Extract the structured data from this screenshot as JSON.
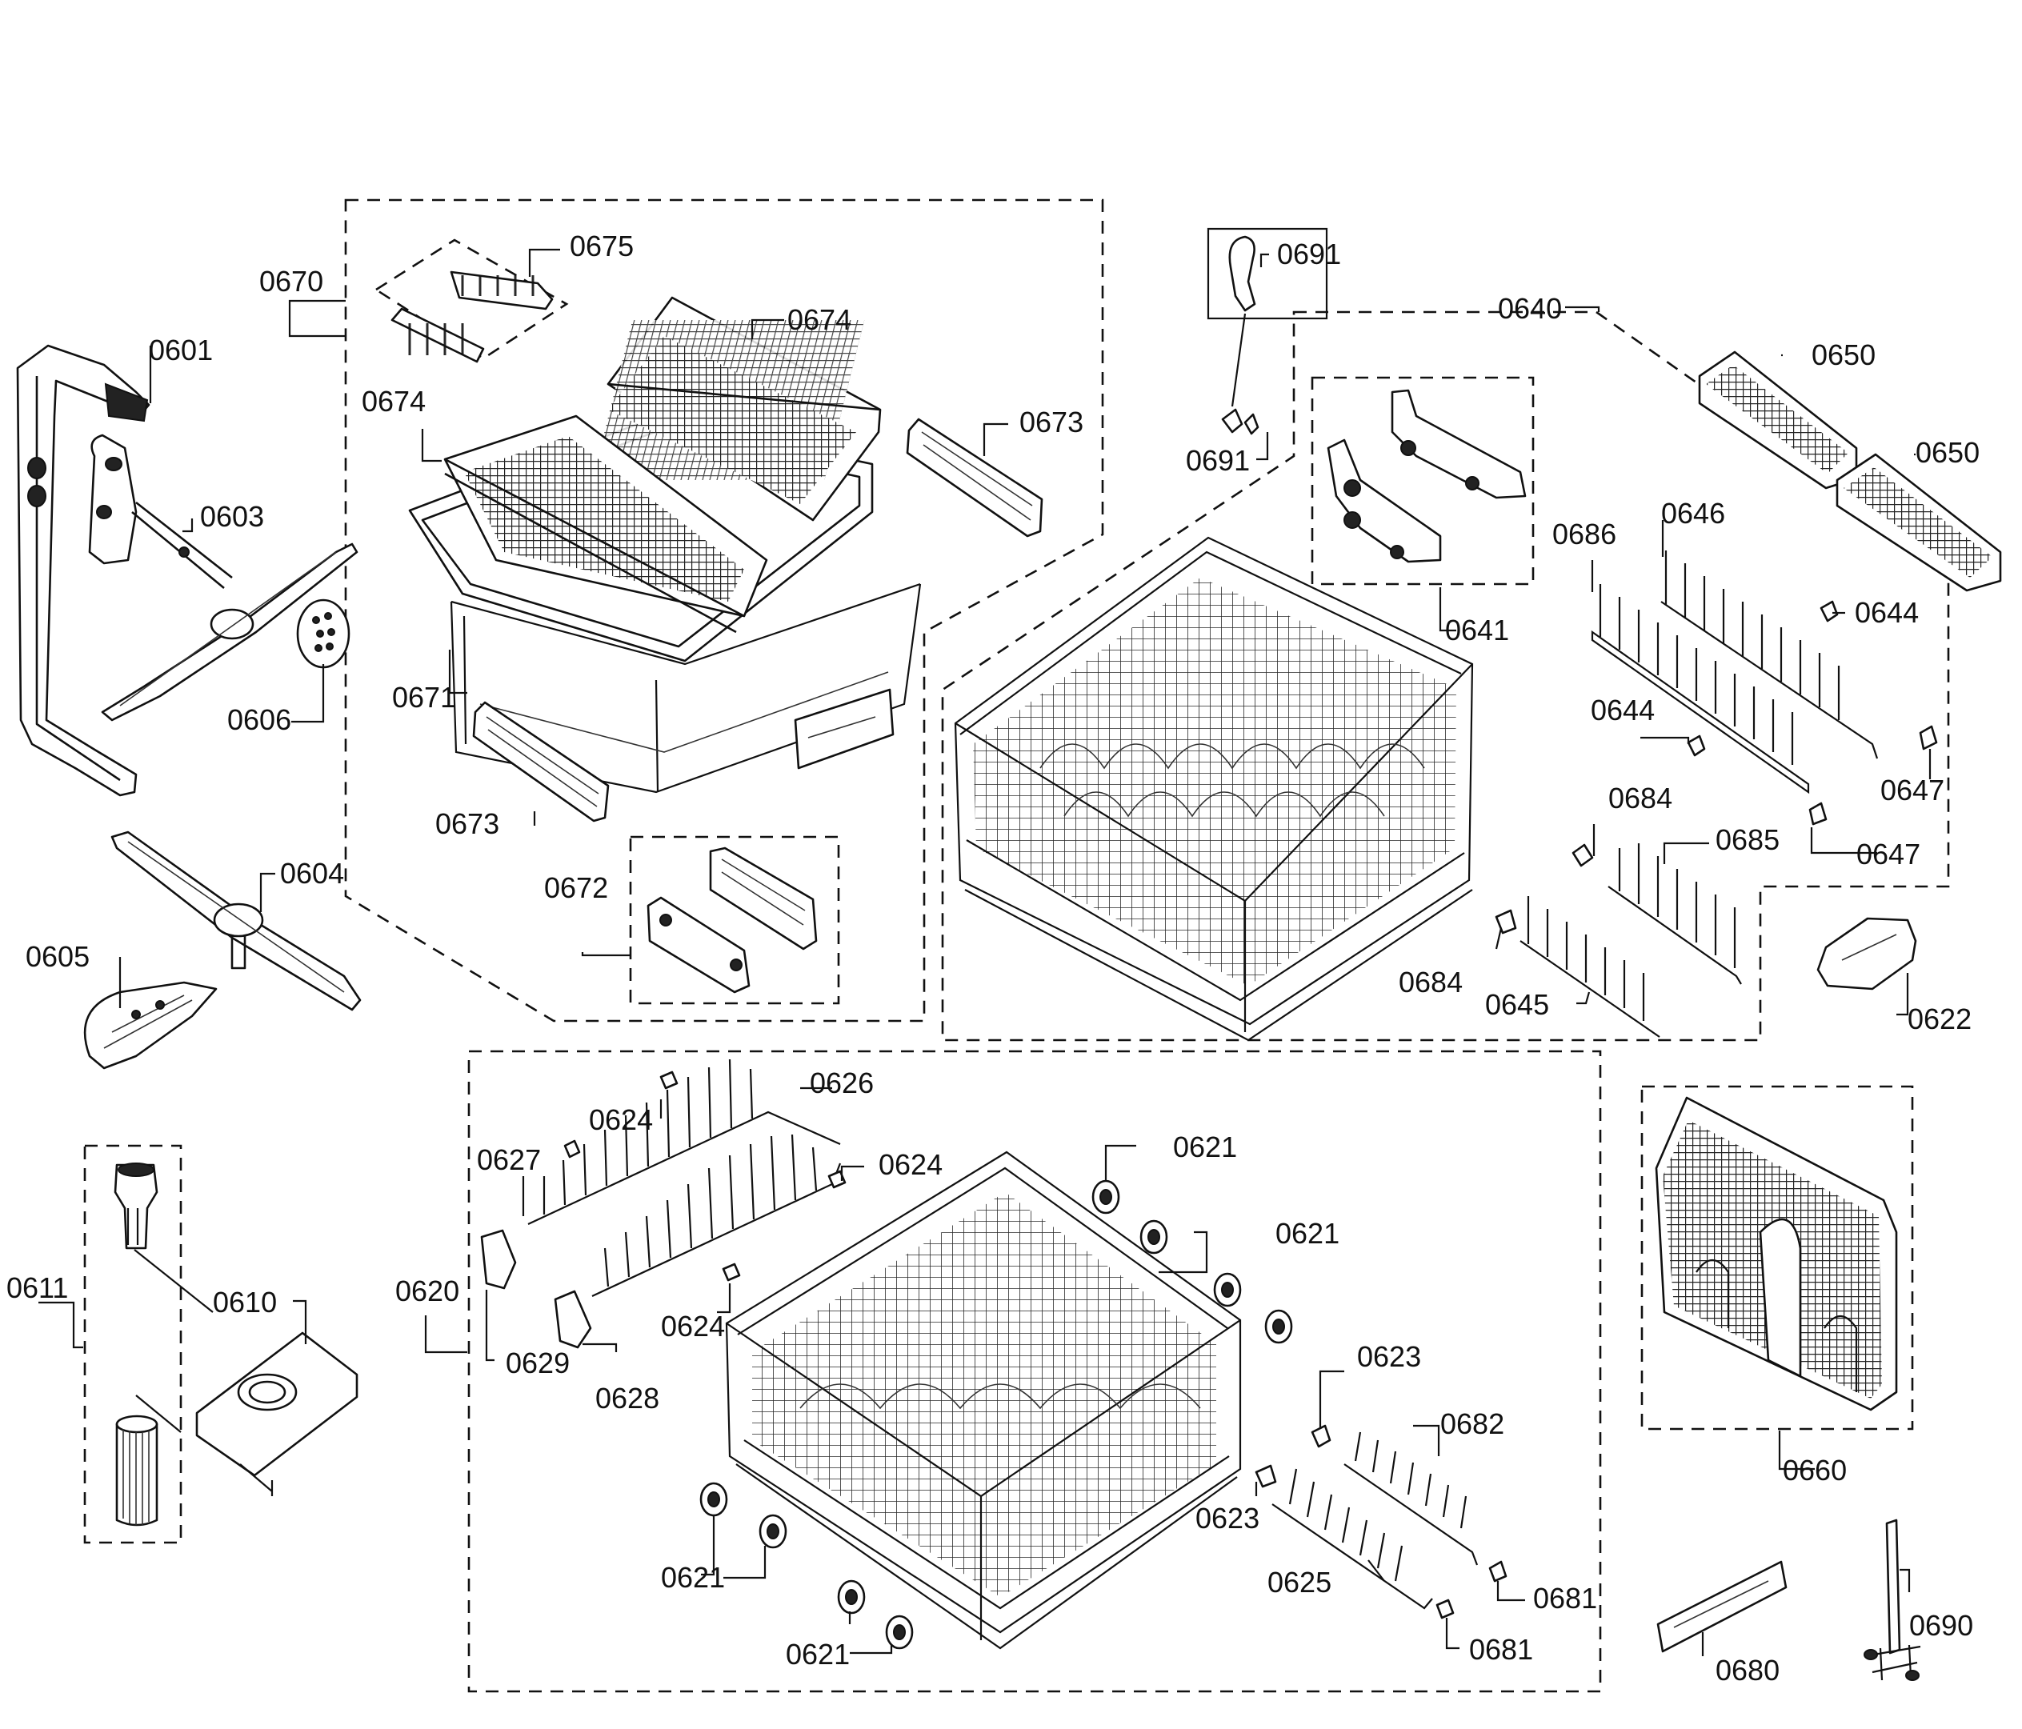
{
  "labels": {
    "p0601": "0601",
    "p0603": "0603",
    "p0604": "0604",
    "p0605": "0605",
    "p0606": "0606",
    "p0610": "0610",
    "p0611": "0611",
    "p0620": "0620",
    "p0621a": "0621",
    "p0621b": "0621",
    "p0621c": "0621",
    "p0621d": "0621",
    "p0622": "0622",
    "p0623a": "0623",
    "p0623b": "0623",
    "p0624a": "0624",
    "p0624b": "0624",
    "p0624c": "0624",
    "p0625": "0625",
    "p0626": "0626",
    "p0627": "0627",
    "p0628": "0628",
    "p0629": "0629",
    "p0640": "0640",
    "p0641": "0641",
    "p0644a": "0644",
    "p0644b": "0644",
    "p0645": "0645",
    "p0646": "0646",
    "p0647a": "0647",
    "p0647b": "0647",
    "p0650a": "0650",
    "p0650b": "0650",
    "p0660": "0660",
    "p0670": "0670",
    "p0671": "0671",
    "p0672": "0672",
    "p0673a": "0673",
    "p0673b": "0673",
    "p0674a": "0674",
    "p0674b": "0674",
    "p0675": "0675",
    "p0680": "0680",
    "p0681a": "0681",
    "p0681b": "0681",
    "p0682": "0682",
    "p0684a": "0684",
    "p0684b": "0684",
    "p0685": "0685",
    "p0686": "0686",
    "p0690": "0690",
    "p0691a": "0691",
    "p0691b": "0691"
  }
}
